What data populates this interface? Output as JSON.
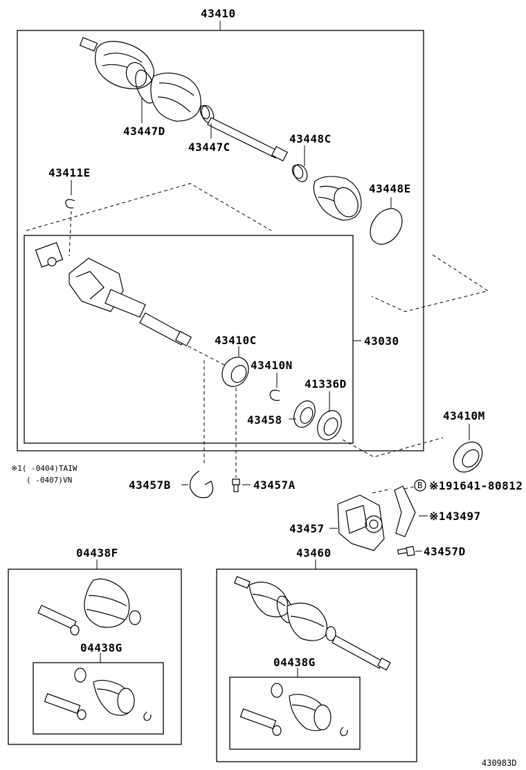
{
  "labels": {
    "p43410": "43410",
    "p43447D": "43447D",
    "p43447C": "43447C",
    "p43448C": "43448C",
    "p43448E": "43448E",
    "p43411E": "43411E",
    "p43030": "43030",
    "p43410C": "43410C",
    "p43410N": "43410N",
    "p41336D": "41336D",
    "p43458": "43458",
    "p43410M": "43410M",
    "p43457B": "43457B",
    "p43457A": "43457A",
    "p191641": "※191641-80812",
    "p43457": "43457",
    "p43497": "※143497",
    "p43457D": "43457D",
    "p04438F": "04438F",
    "p04438G_left": "04438G",
    "p43460": "43460",
    "p04438G_right": "04438G",
    "circled_B": "B"
  },
  "notes": {
    "line1": "※1(    -0404)TAIW",
    "line2": "(    -0407)VN"
  },
  "figure_code": "430983D"
}
